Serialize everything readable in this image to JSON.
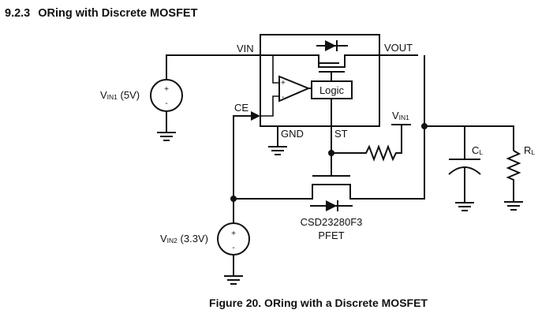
{
  "section": {
    "number": "9.2.3",
    "title": "ORing with Discrete MOSFET"
  },
  "figure": {
    "caption": "Figure 20.  ORing with a Discrete MOSFET"
  },
  "schematic": {
    "ic_pins": {
      "vin": "VIN",
      "vout": "VOUT",
      "ce": "CE",
      "gnd": "GND",
      "st": "ST"
    },
    "logic_block": "Logic",
    "comparator": {
      "plus": "+",
      "minus": "-"
    },
    "source1": {
      "label_main": "V",
      "label_sub": "IN1",
      "value": " (5V)",
      "plus": "+",
      "minus": "-"
    },
    "source2": {
      "label_main": "V",
      "label_sub": "IN2",
      "value": " (3.3V)",
      "plus": "+",
      "minus": "-"
    },
    "pullup": {
      "label_main": "V",
      "label_sub": "IN1"
    },
    "capacitor": {
      "label_main": "C",
      "label_sub": "L"
    },
    "resistor": {
      "label_main": "R",
      "label_sub": "L"
    },
    "pfet": {
      "part": "CSD23280F3",
      "type": "PFET"
    }
  }
}
